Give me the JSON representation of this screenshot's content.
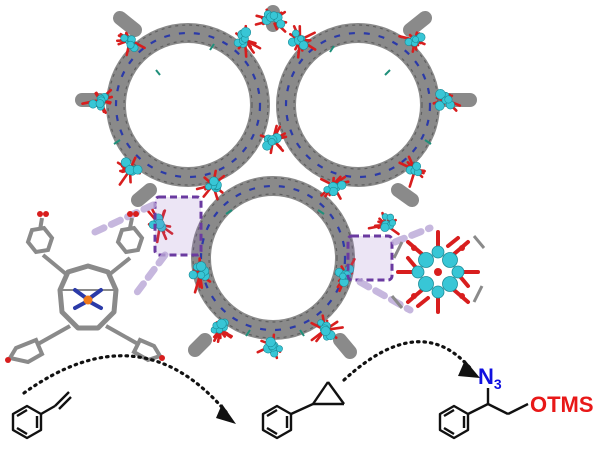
{
  "labels": {
    "azide_group": "N",
    "azide_subscript": "3",
    "silyl_group": "OTMS"
  },
  "colors": {
    "framework_gray": "#8c8c8c",
    "cluster_cyan": "#38c6d6",
    "cluster_red": "#d81e1e",
    "linker_blue": "#2b3aa8",
    "highlight_purple": "#6a3aa0",
    "azide_blue": "#1010e0",
    "silyl_red": "#e81818",
    "bond_black": "#111111"
  },
  "icons": {
    "porphyrin_linker": "porphyrin-linker-icon",
    "metal_cluster": "metal-cluster-icon",
    "styrene": "styrene-molecule",
    "epoxide": "styrene-oxide-molecule",
    "product": "azido-silyl-ether-molecule"
  }
}
